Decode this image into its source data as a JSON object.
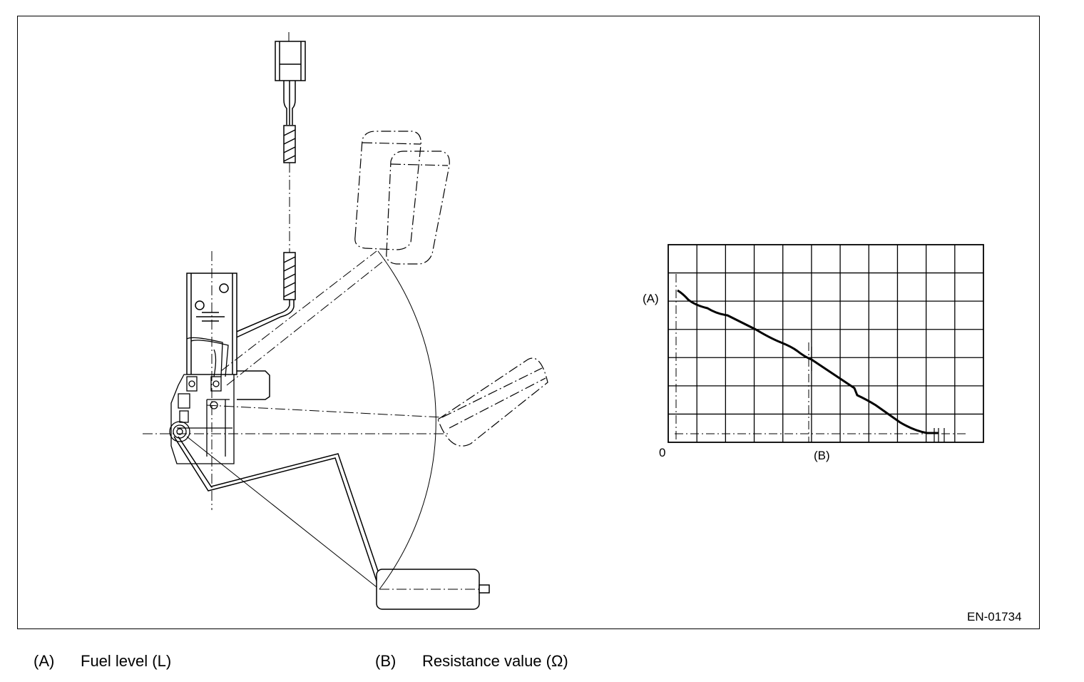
{
  "figure": {
    "code": "EN-01734",
    "graph": {
      "y_axis_label": "(A)",
      "x_axis_label": "(B)",
      "origin_label": "0"
    }
  },
  "legend": [
    {
      "key": "(A)",
      "text": "Fuel level (L)"
    },
    {
      "key": "(B)",
      "text": "Resistance value (Ω)"
    }
  ]
}
